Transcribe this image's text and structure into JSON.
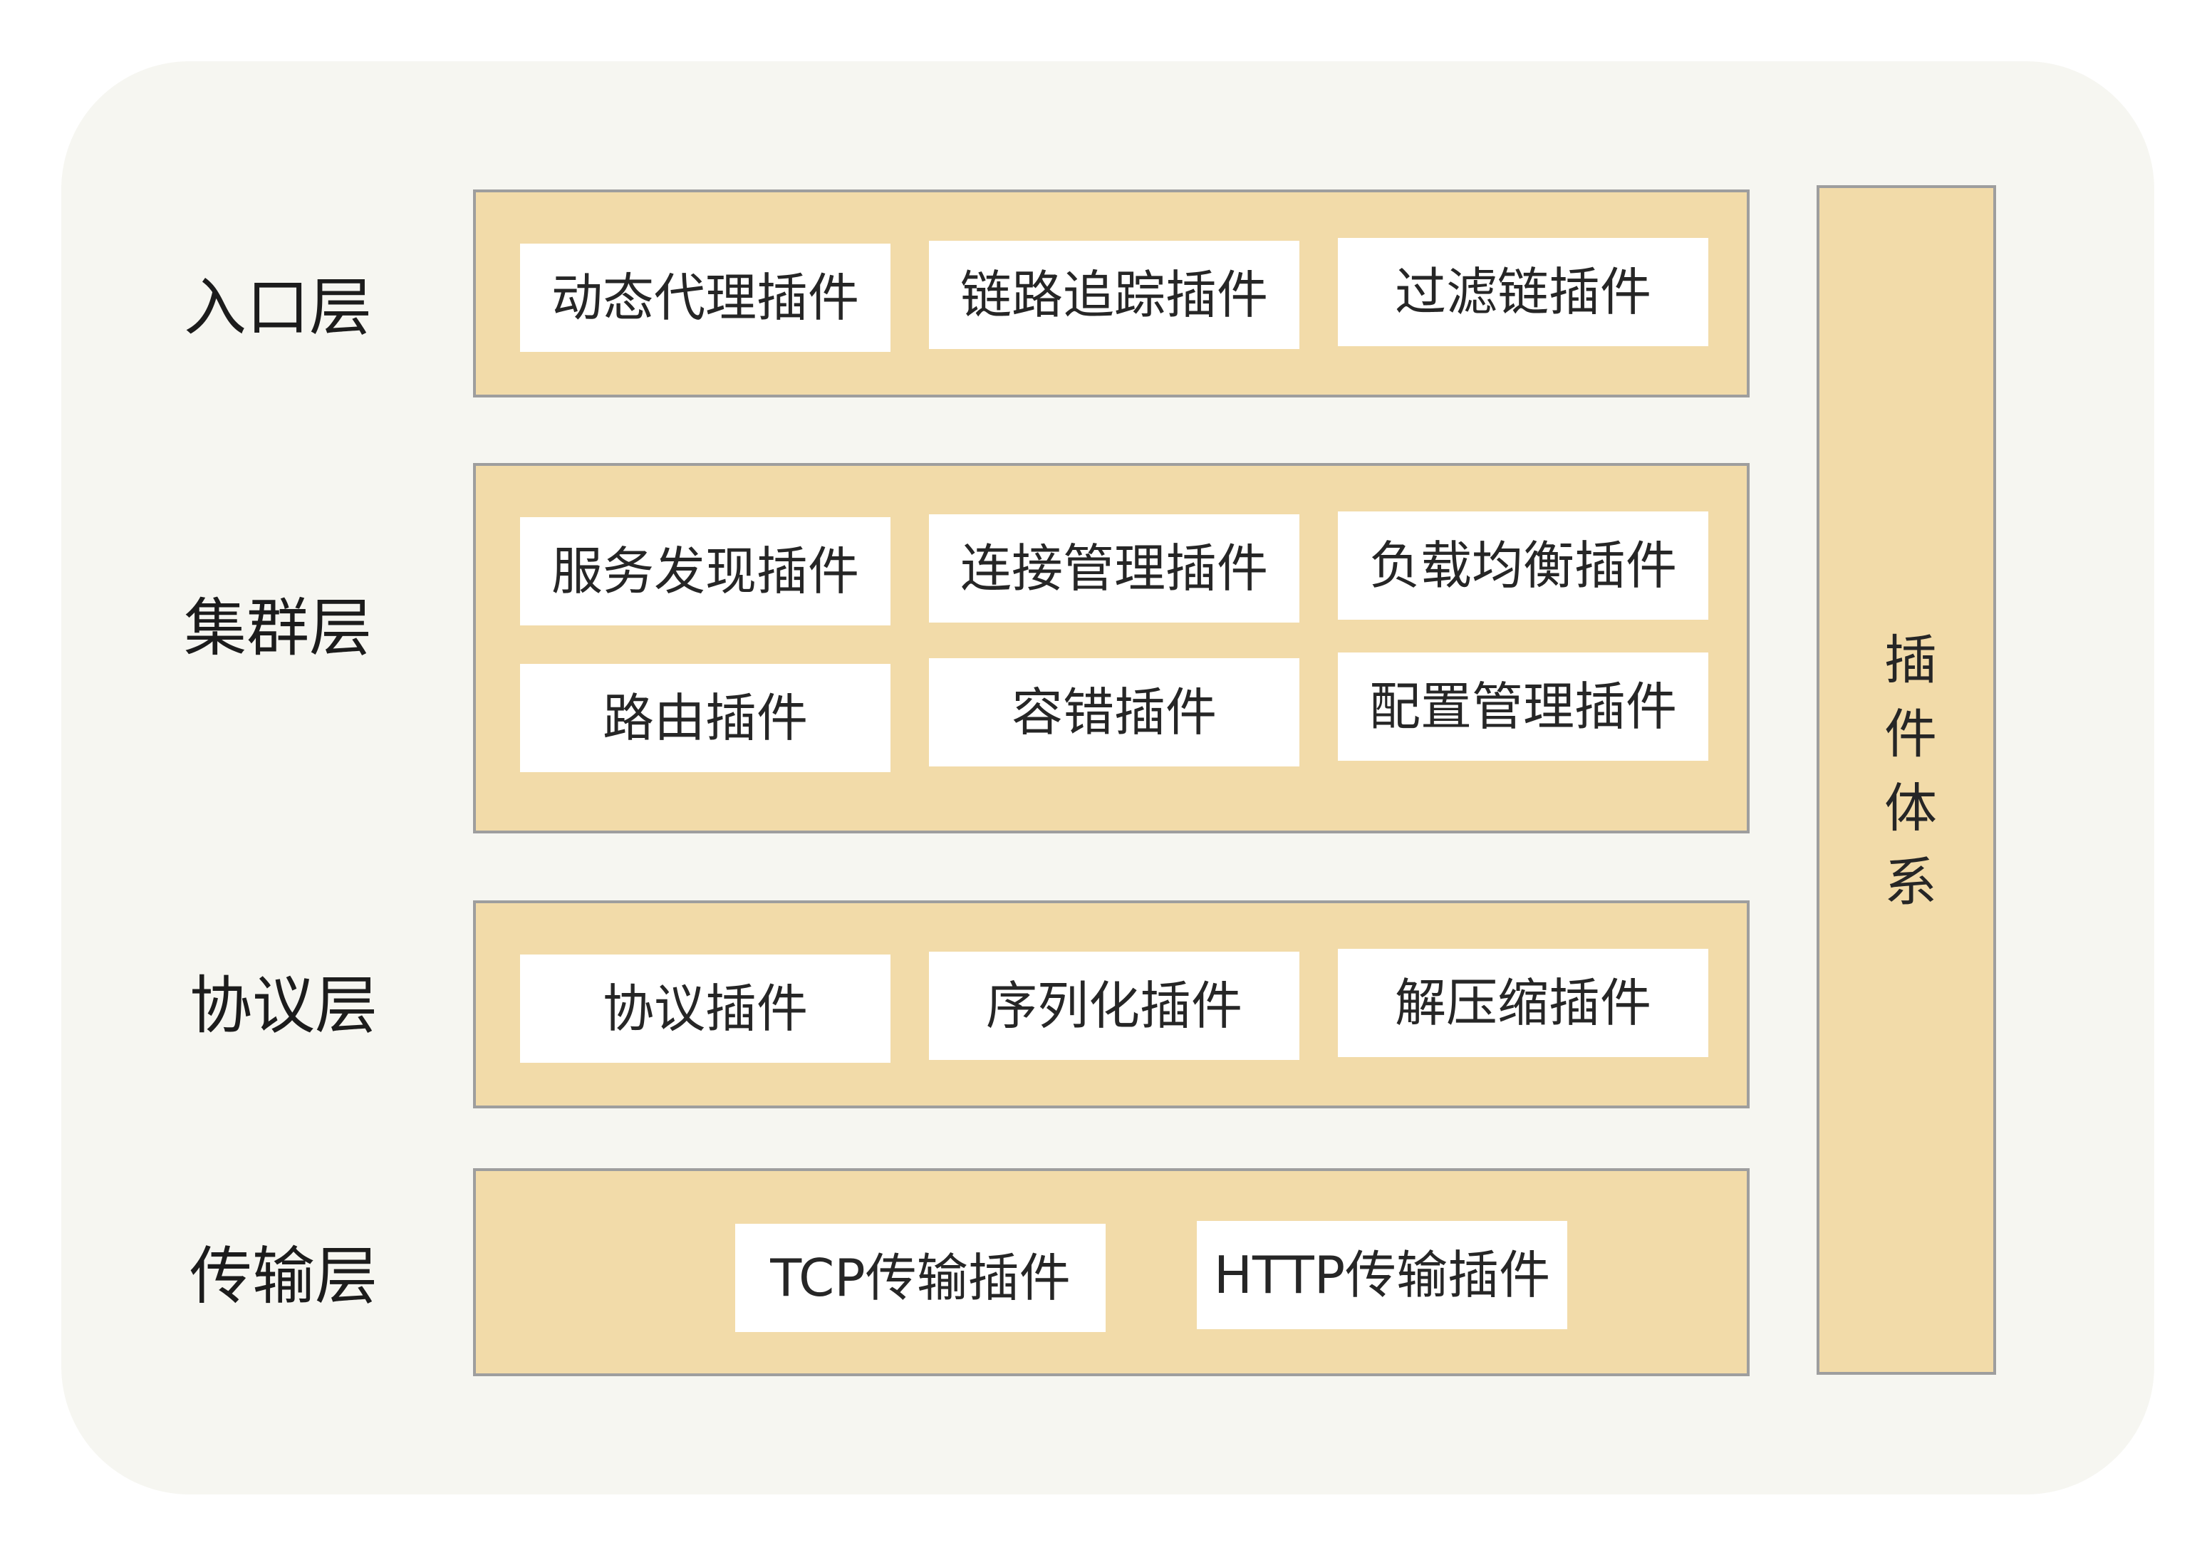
{
  "layers": [
    {
      "label": "入口层",
      "plugins": [
        "动态代理插件",
        "链路追踪插件",
        "过滤链插件"
      ]
    },
    {
      "label": "集群层",
      "plugins": [
        "服务发现插件",
        "连接管理插件",
        "负载均衡插件",
        "路由插件",
        "容错插件",
        "配置管理插件"
      ]
    },
    {
      "label": "协议层",
      "plugins": [
        "协议插件",
        "序列化插件",
        "解压缩插件"
      ]
    },
    {
      "label": "传输层",
      "plugins": [
        "TCP传输插件",
        "HTTP传输插件"
      ]
    }
  ],
  "sidebar": {
    "label": "插件体系"
  },
  "colors": {
    "band": "#f2dba9",
    "border": "#9e9e9e",
    "panel": "#f6f6f1",
    "box": "#ffffff"
  }
}
